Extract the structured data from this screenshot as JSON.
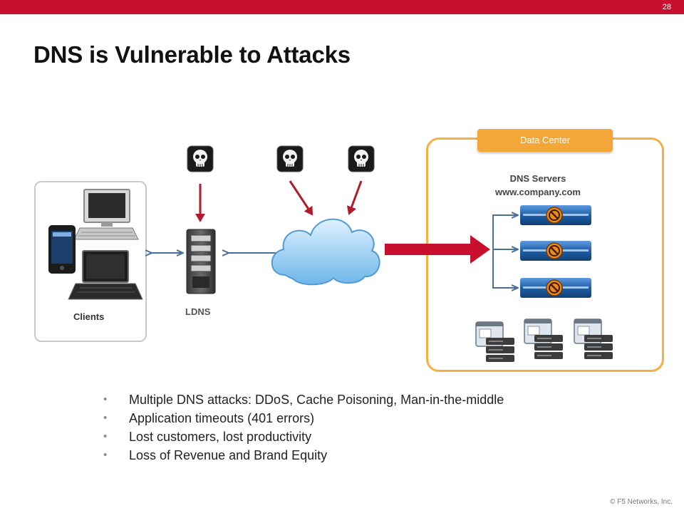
{
  "slide": {
    "number": "28",
    "title": "DNS is Vulnerable to Attacks",
    "footer": "© F5 Networks, Inc."
  },
  "diagram": {
    "clients_label": "Clients",
    "ldns_label": "LDNS",
    "data_center_label": "Data Center",
    "dns_servers_label": "DNS Servers",
    "dns_servers_domain": "www.company.com",
    "colors": {
      "brand_red": "#c8102e",
      "attack_arrow": "#b01c2e",
      "data_center_border": "#f5b041",
      "data_center_tab": "#f3a739",
      "connector_blue": "#4a6f9a",
      "server_blue": "#1e5fa8",
      "blocked_orange": "#f08a1c"
    },
    "icons": [
      "skull-icon",
      "skull-icon",
      "skull-icon",
      "desktop-icon",
      "phone-icon",
      "laptop-icon",
      "server-tower-icon",
      "cloud-icon",
      "blocked-icon",
      "app-server-icon"
    ]
  },
  "bullets": [
    "Multiple DNS attacks: DDoS, Cache Poisoning, Man-in-the-middle",
    "Application timeouts (401 errors)",
    "Lost customers, lost productivity",
    "Loss of Revenue and Brand Equity"
  ]
}
